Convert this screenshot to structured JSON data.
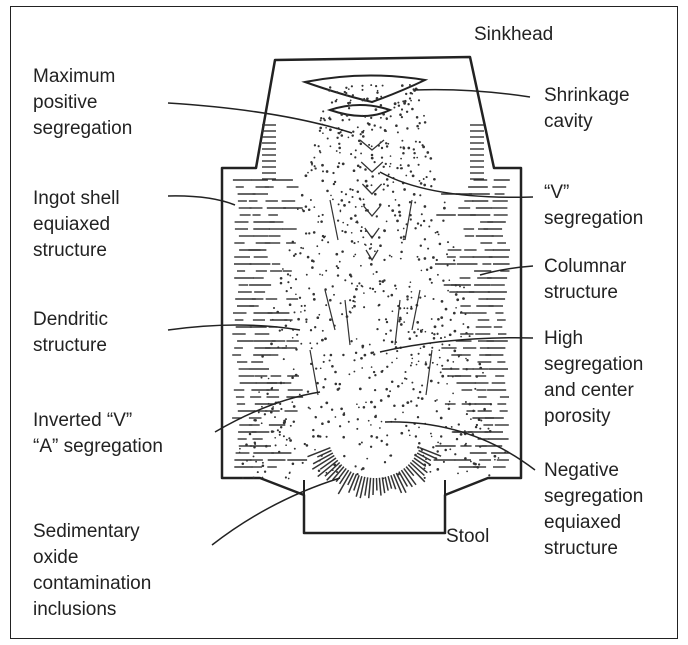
{
  "labels": {
    "sinkhead": "Sinkhead",
    "max_pos_seg": "Maximum\npositive\nsegregation",
    "shrinkage": "Shrinkage\ncavity",
    "ingot_shell": "Ingot shell\nequiaxed\nstructure",
    "v_seg": "“V”\nsegregation",
    "columnar": "Columnar\nstructure",
    "dendritic": "Dendritic\nstructure",
    "high_seg": "High\nsegregation\nand center\nporosity",
    "inverted_v": "Inverted “V”\n“A” segregation",
    "negative_seg": "Negative\nsegregation\nequiaxed\nstructure",
    "sedimentary": "Sedimentary\noxide\ncontamination\ninclusions",
    "stool": "Stool"
  },
  "colors": {
    "ink": "#222222"
  }
}
